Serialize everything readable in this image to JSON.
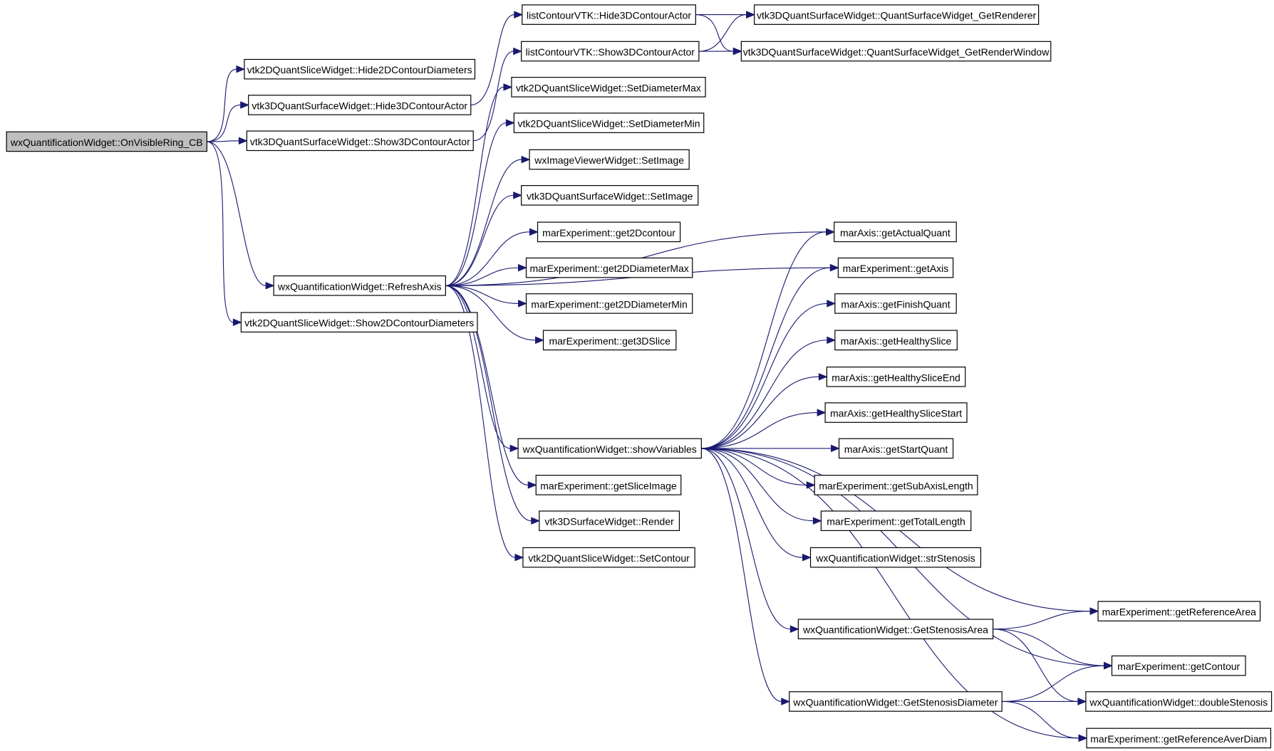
{
  "graph": {
    "nodes": [
      {
        "id": "n0",
        "label": "wxQuantificationWidget::OnVisibleRing_CB",
        "root": true
      },
      {
        "id": "n1",
        "label": "vtk2DQuantSliceWidget::Hide2DContourDiameters"
      },
      {
        "id": "n2",
        "label": "vtk3DQuantSurfaceWidget::Hide3DContourActor"
      },
      {
        "id": "n3",
        "label": "vtk3DQuantSurfaceWidget::Show3DContourActor"
      },
      {
        "id": "n4",
        "label": "wxQuantificationWidget::RefreshAxis"
      },
      {
        "id": "n5",
        "label": "vtk2DQuantSliceWidget::Show2DContourDiameters"
      },
      {
        "id": "n6",
        "label": "listContourVTK::Hide3DContourActor"
      },
      {
        "id": "n7",
        "label": "listContourVTK::Show3DContourActor"
      },
      {
        "id": "n8",
        "label": "vtk3DQuantSurfaceWidget::QuantSurfaceWidget_GetRenderer"
      },
      {
        "id": "n9",
        "label": "vtk3DQuantSurfaceWidget::QuantSurfaceWidget_GetRenderWindow"
      },
      {
        "id": "n10",
        "label": "vtk2DQuantSliceWidget::SetDiameterMax"
      },
      {
        "id": "n11",
        "label": "vtk2DQuantSliceWidget::SetDiameterMin"
      },
      {
        "id": "n12",
        "label": "wxImageViewerWidget::SetImage"
      },
      {
        "id": "n13",
        "label": "vtk3DQuantSurfaceWidget::SetImage"
      },
      {
        "id": "n14",
        "label": "marExperiment::get2Dcontour"
      },
      {
        "id": "n15",
        "label": "marExperiment::get2DDiameterMax"
      },
      {
        "id": "n16",
        "label": "marExperiment::get2DDiameterMin"
      },
      {
        "id": "n17",
        "label": "marExperiment::get3DSlice"
      },
      {
        "id": "n18",
        "label": "wxQuantificationWidget::showVariables"
      },
      {
        "id": "n19",
        "label": "marExperiment::getSliceImage"
      },
      {
        "id": "n20",
        "label": "vtk3DSurfaceWidget::Render"
      },
      {
        "id": "n21",
        "label": "vtk2DQuantSliceWidget::SetContour"
      },
      {
        "id": "n22",
        "label": "marAxis::getActualQuant"
      },
      {
        "id": "n23",
        "label": "marExperiment::getAxis"
      },
      {
        "id": "n24",
        "label": "marAxis::getFinishQuant"
      },
      {
        "id": "n25",
        "label": "marAxis::getHealthySlice"
      },
      {
        "id": "n26",
        "label": "marAxis::getHealthySliceEnd"
      },
      {
        "id": "n27",
        "label": "marAxis::getHealthySliceStart"
      },
      {
        "id": "n28",
        "label": "marAxis::getStartQuant"
      },
      {
        "id": "n29",
        "label": "marExperiment::getSubAxisLength"
      },
      {
        "id": "n30",
        "label": "marExperiment::getTotalLength"
      },
      {
        "id": "n31",
        "label": "wxQuantificationWidget::strStenosis"
      },
      {
        "id": "n32",
        "label": "marExperiment::getReferenceArea"
      },
      {
        "id": "n33",
        "label": "wxQuantificationWidget::GetStenosisArea"
      },
      {
        "id": "n34",
        "label": "marExperiment::getContour"
      },
      {
        "id": "n35",
        "label": "wxQuantificationWidget::GetStenosisDiameter"
      },
      {
        "id": "n36",
        "label": "wxQuantificationWidget::doubleStenosis"
      },
      {
        "id": "n37",
        "label": "marExperiment::getReferenceAverDiam"
      }
    ],
    "edges": [
      [
        "n0",
        "n1"
      ],
      [
        "n0",
        "n2"
      ],
      [
        "n0",
        "n3"
      ],
      [
        "n0",
        "n4"
      ],
      [
        "n0",
        "n5"
      ],
      [
        "n2",
        "n6"
      ],
      [
        "n3",
        "n7"
      ],
      [
        "n6",
        "n8"
      ],
      [
        "n6",
        "n9"
      ],
      [
        "n7",
        "n8"
      ],
      [
        "n7",
        "n9"
      ],
      [
        "n4",
        "n10"
      ],
      [
        "n4",
        "n11"
      ],
      [
        "n4",
        "n12"
      ],
      [
        "n4",
        "n13"
      ],
      [
        "n4",
        "n14"
      ],
      [
        "n4",
        "n15"
      ],
      [
        "n4",
        "n16"
      ],
      [
        "n4",
        "n17"
      ],
      [
        "n4",
        "n18"
      ],
      [
        "n4",
        "n19"
      ],
      [
        "n4",
        "n20"
      ],
      [
        "n4",
        "n21"
      ],
      [
        "n4",
        "n22"
      ],
      [
        "n4",
        "n23"
      ],
      [
        "n18",
        "n22"
      ],
      [
        "n18",
        "n23"
      ],
      [
        "n18",
        "n24"
      ],
      [
        "n18",
        "n25"
      ],
      [
        "n18",
        "n26"
      ],
      [
        "n18",
        "n27"
      ],
      [
        "n18",
        "n28"
      ],
      [
        "n18",
        "n29"
      ],
      [
        "n18",
        "n30"
      ],
      [
        "n18",
        "n31"
      ],
      [
        "n18",
        "n32"
      ],
      [
        "n18",
        "n33"
      ],
      [
        "n18",
        "n34"
      ],
      [
        "n18",
        "n35"
      ],
      [
        "n18",
        "n37"
      ],
      [
        "n33",
        "n32"
      ],
      [
        "n33",
        "n34"
      ],
      [
        "n33",
        "n36"
      ],
      [
        "n35",
        "n34"
      ],
      [
        "n35",
        "n36"
      ],
      [
        "n35",
        "n37"
      ]
    ]
  }
}
